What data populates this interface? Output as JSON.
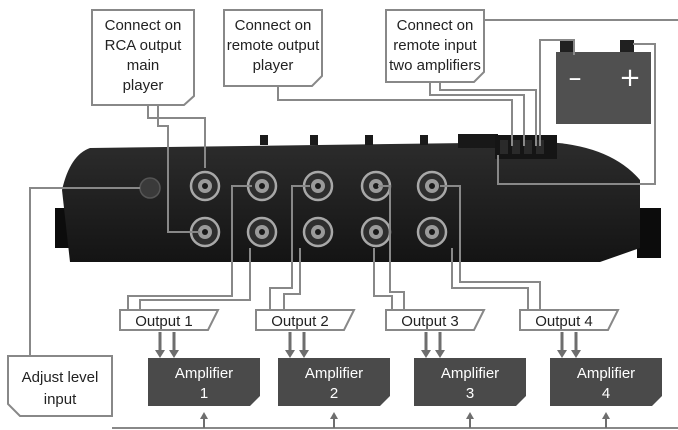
{
  "callouts": {
    "rca_main": [
      "Connect on",
      "RCA output",
      "main",
      "player"
    ],
    "remote_output": [
      "Connect on",
      "remote output",
      "player"
    ],
    "remote_input": [
      "Connect on",
      "remote input",
      "two amplifiers"
    ],
    "adjust_level": [
      "Adjust level",
      "input"
    ]
  },
  "outputs": [
    "Output 1",
    "Output 2",
    "Output 3",
    "Output 4"
  ],
  "amplifiers": [
    [
      "Amplifier",
      "1"
    ],
    [
      "Amplifier",
      "2"
    ],
    [
      "Amplifier",
      "3"
    ],
    [
      "Amplifier",
      "4"
    ]
  ],
  "battery": {
    "minus": "–",
    "plus": "+"
  },
  "colors": {
    "device": "#1e1e1e",
    "amplifier": "#4a4a4a",
    "battery": "#505050",
    "wire": "#888888",
    "arrow": "#6e6e6e"
  }
}
